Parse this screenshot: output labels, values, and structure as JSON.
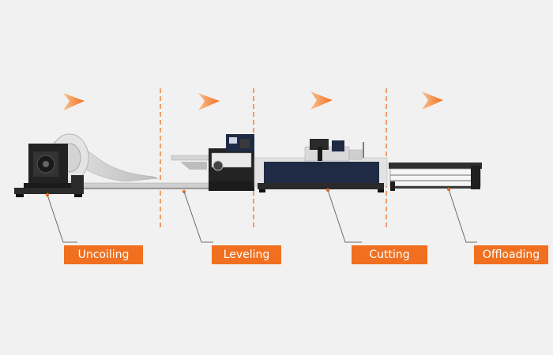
{
  "colors": {
    "background": "#f1f1f1",
    "accent": "#f07020",
    "machine_dark": "#1f2a44",
    "machine_black": "#1a1a1a",
    "steel": "#c9c9c9"
  },
  "stages": [
    {
      "id": "uncoiling",
      "label": "Uncoiling",
      "arrow_icon": "chevron-right-icon"
    },
    {
      "id": "leveling",
      "label": "Leveling",
      "arrow_icon": "chevron-right-icon"
    },
    {
      "id": "cutting",
      "label": "Cutting",
      "arrow_icon": "chevron-right-icon"
    },
    {
      "id": "offloading",
      "label": "Offloading",
      "arrow_icon": "chevron-right-icon"
    }
  ]
}
